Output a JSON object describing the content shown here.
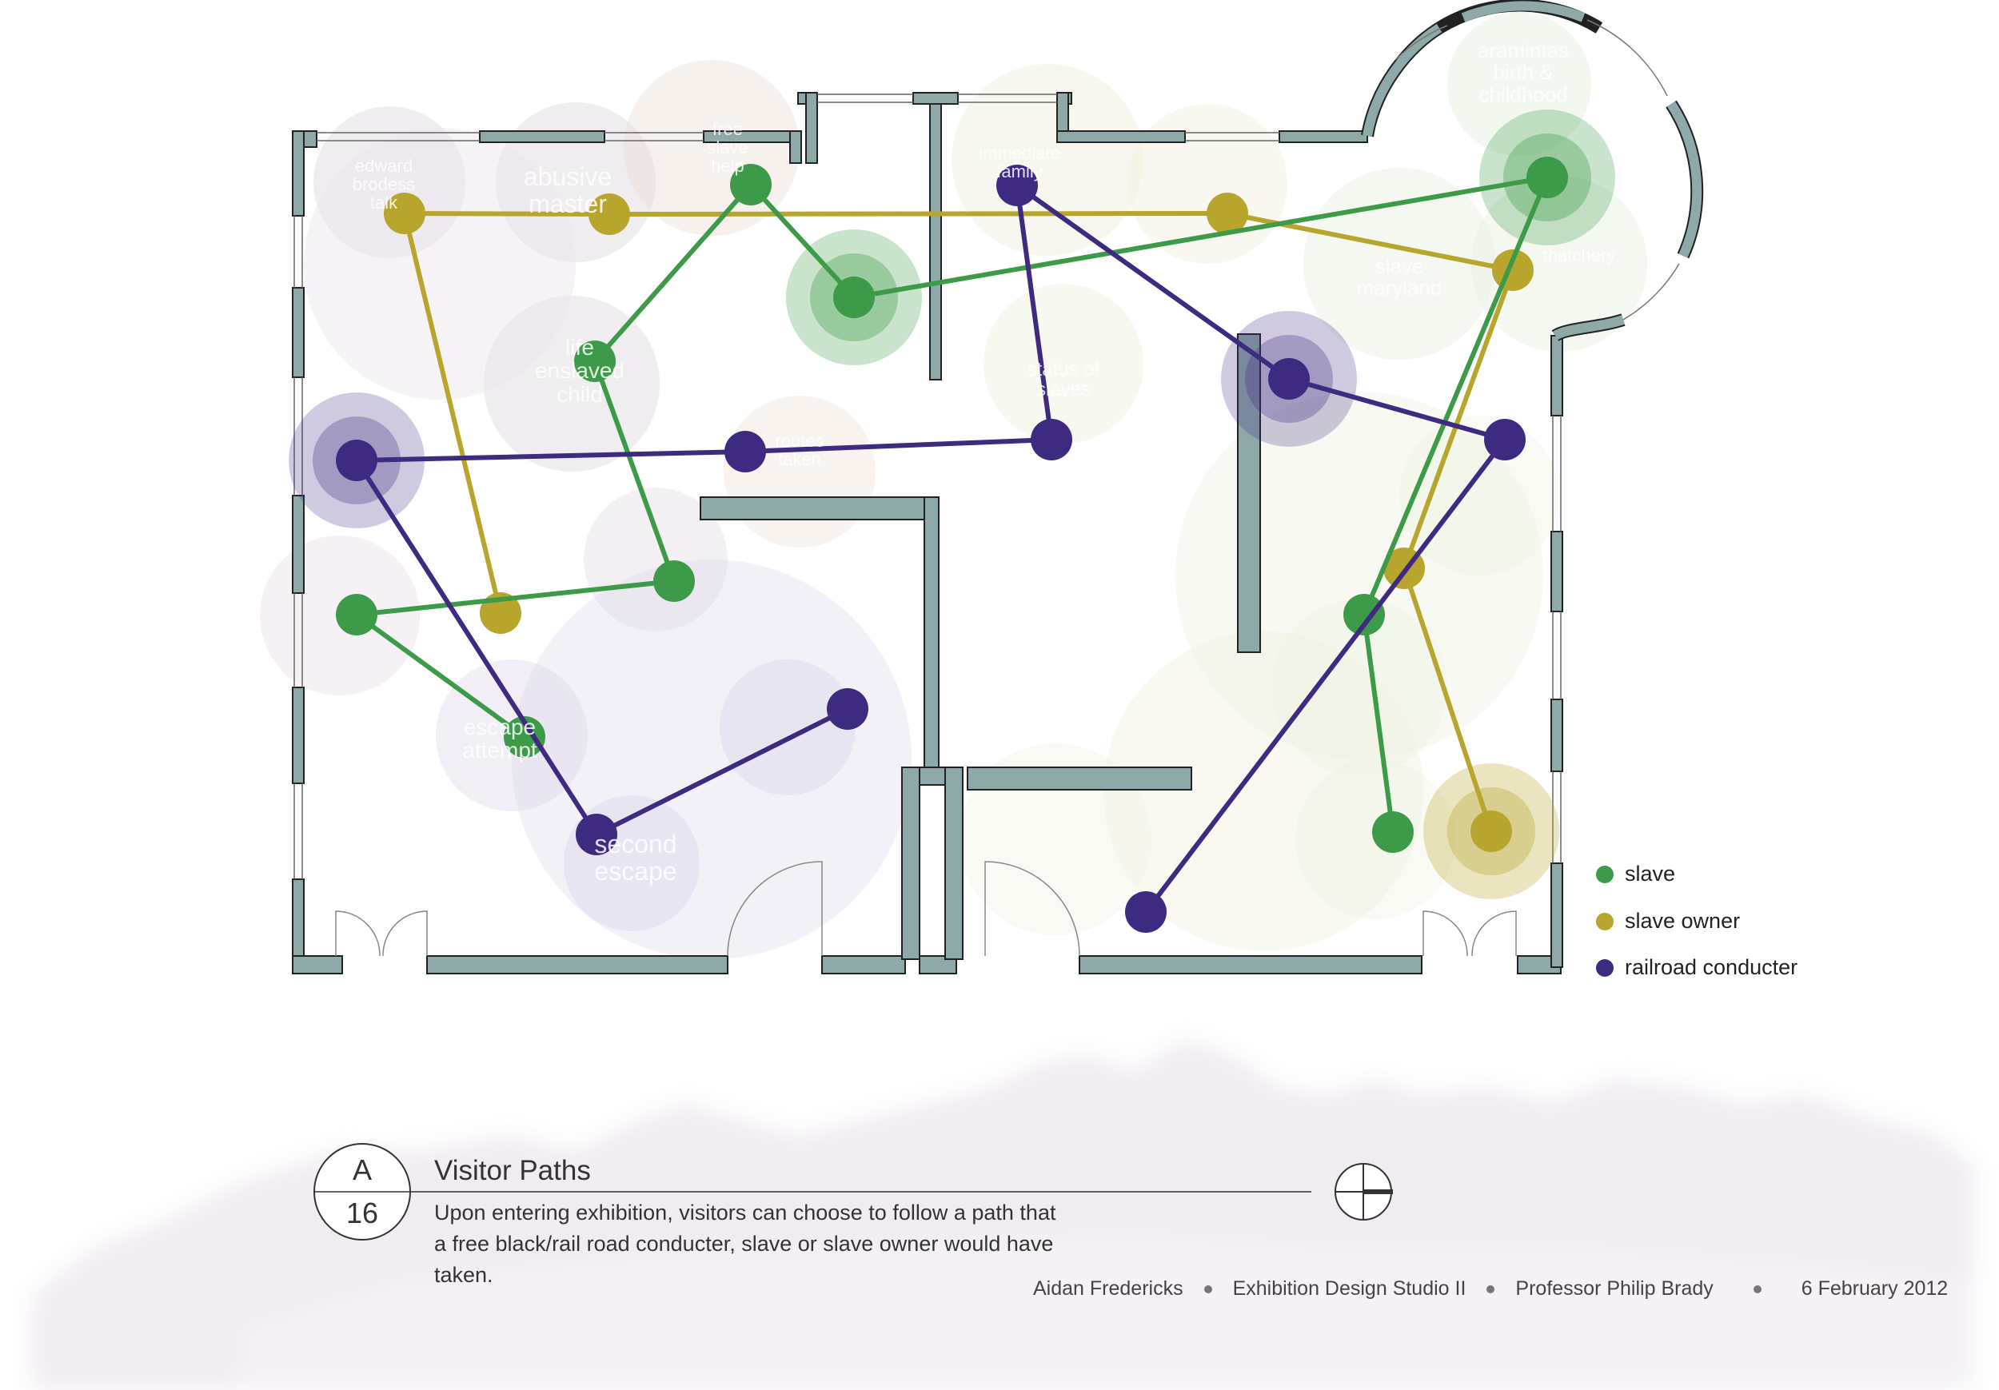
{
  "colors": {
    "slave": "#3d9a48",
    "slave_owner": "#b8a52e",
    "railroad_conducter": "#3e2a80",
    "wall": "#8fa9a8",
    "wall_stroke": "#222222"
  },
  "zone_labels": [
    "edward\nbrodess\ntalk",
    "abusive\nmaster",
    "free\nslave\nhelp",
    "life\nenslaved\nchild",
    "routes\ntaken",
    "escape\nattempt",
    "second\nescape",
    "immediate\nfamily",
    "status of\nslaves",
    "aramintas\nbirth &\nchildhood",
    "slave\nmaryland",
    "thatchery"
  ],
  "legend": {
    "slave": "slave",
    "slave_owner": "slave owner",
    "railroad_conducter": "railroad conducter"
  },
  "caption": {
    "letter": "A",
    "number": "16",
    "title": "Visitor Paths",
    "body": "Upon entering exhibition, visitors can choose to follow a path that a free black/rail road conducter, slave or slave owner would have taken."
  },
  "footer": {
    "author": "Aidan Fredericks",
    "course": "Exhibition Design Studio II",
    "professor": "Professor Philip Brady",
    "date": "6 February 2012"
  }
}
